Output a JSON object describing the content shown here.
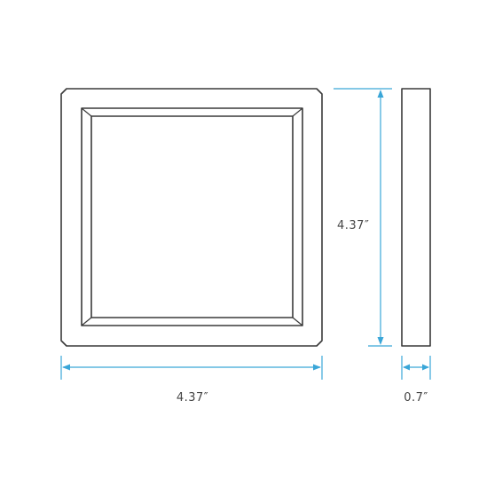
{
  "dimensions": {
    "height_label": "4.37″",
    "width_label": "4.37″",
    "depth_label": "0.7″"
  },
  "colors": {
    "outline": "#3a3a3a",
    "dimension_line": "#3aa6d8",
    "text": "#444444"
  }
}
